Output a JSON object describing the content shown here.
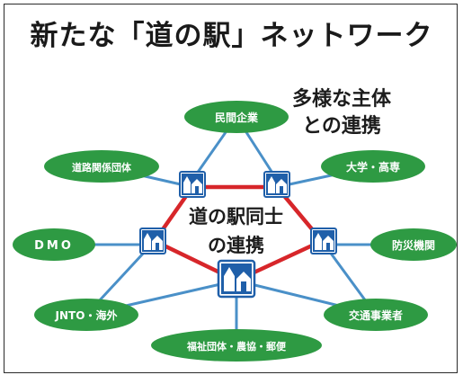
{
  "title": "新たな「道の駅」ネットワーク",
  "collab_label": {
    "line1": "多様な主体",
    "line2": "との連携"
  },
  "center_label": {
    "line1": "道の駅同士",
    "line2": "の連携"
  },
  "partners": {
    "private": "民間企業",
    "university": "大学・高専",
    "road": "道路関係団体",
    "dmo": "DMO",
    "disaster": "防災機関",
    "jnto": "JNTO・海外",
    "transport": "交通事業者",
    "welfare": "福祉団体・農協・郵便"
  },
  "colors": {
    "pill_green": "#2e9a43",
    "blue_line": "#4a90c8",
    "red_line": "#d7262a",
    "sign_blue": "#1f5fa9"
  },
  "icons": [
    "michi-no-eki-icon"
  ]
}
